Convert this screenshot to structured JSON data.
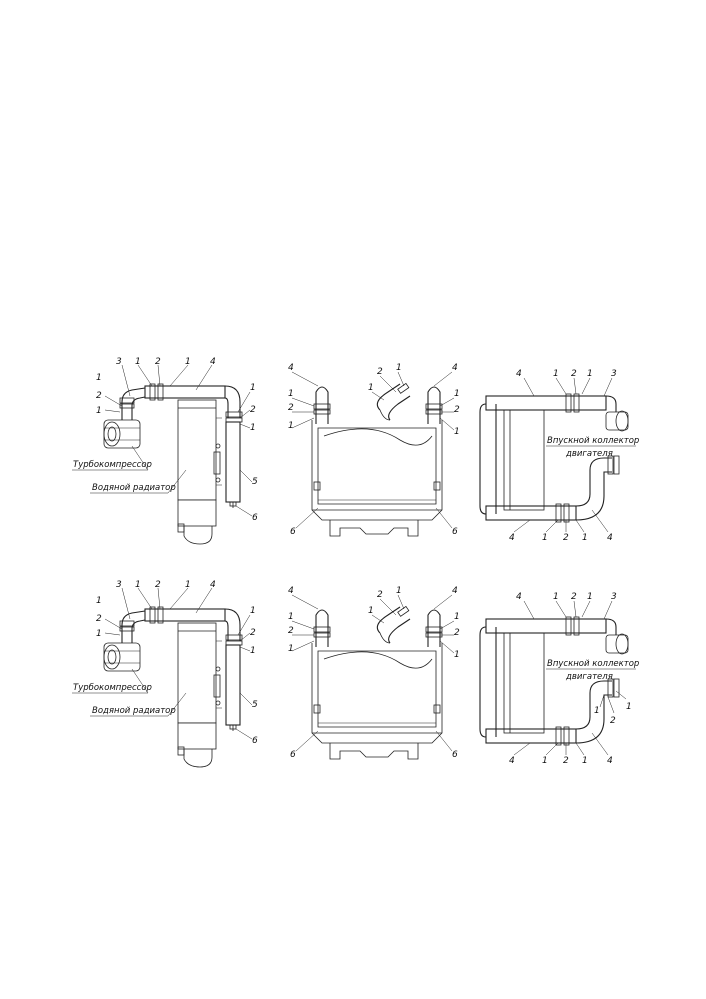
{
  "labels": {
    "turbo": "Турбокомпрессор",
    "radiator": "Водяной радиатор",
    "manifold_line1": "Впускной коллектор",
    "manifold_line2": "двигателя"
  },
  "numbers": {
    "n1": "1",
    "n2": "2",
    "n3": "3",
    "n4": "4",
    "n5": "5",
    "n6": "6"
  }
}
